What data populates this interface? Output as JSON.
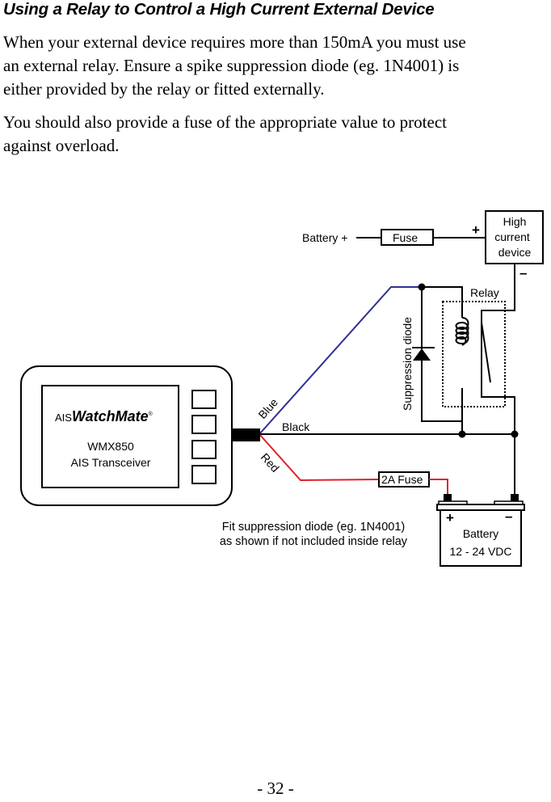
{
  "heading": "Using a Relay to Control a High Current External Device",
  "paragraphs": {
    "p1_line1": "When your external device requires more than 150mA you must use",
    "p1_line2": "an external relay. Ensure a spike suppression diode (eg. 1N4001) is",
    "p1_line3": "either provided by the relay or fitted externally.",
    "p2_line1": "You should also provide a fuse of the appropriate value to protect",
    "p2_line2": "against overload."
  },
  "diagram": {
    "battery_plus_label": "Battery +",
    "fuse_label": "Fuse",
    "plus_sign": "+",
    "minus_sign": "–",
    "high_current_device": {
      "line1": "High",
      "line2": "current",
      "line3": "device"
    },
    "relay_label": "Relay",
    "suppression_diode_label": "Suppression diode",
    "transceiver": {
      "brand_prefix": "AIS",
      "brand_name": "WatchMate",
      "registered_mark": "®",
      "model": "WMX850",
      "description": "AIS Transceiver"
    },
    "wires": {
      "blue": "Blue",
      "black": "Black",
      "red": "Red"
    },
    "wire_colors": {
      "blue": "#2e3192",
      "black": "#000000",
      "red": "#e0202a"
    },
    "fuse_2a_label": "2A Fuse",
    "battery": {
      "plus": "+",
      "minus": "–",
      "label": "Battery",
      "voltage": "12 - 24 VDC"
    },
    "note_line1": "Fit suppression diode (eg. 1N4001)",
    "note_line2": "as shown if not included inside relay"
  },
  "page_number": "- 32 -"
}
